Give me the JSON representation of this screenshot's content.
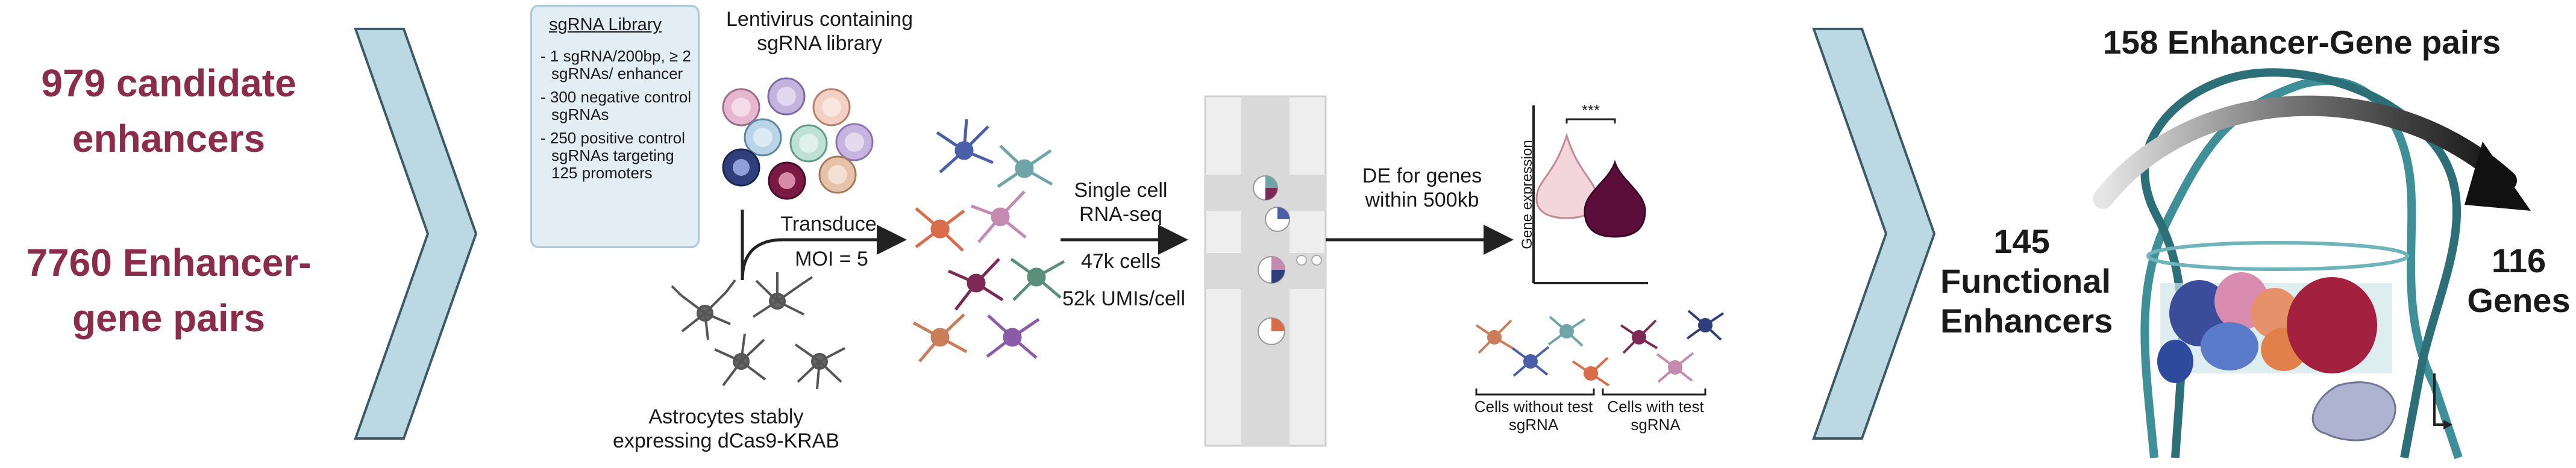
{
  "left": {
    "candidates": "979 candidate enhancers",
    "pairs": "7760 Enhancer-gene pairs"
  },
  "library": {
    "title": "sgRNA Library",
    "items": [
      "- 1 sgRNA/200bp, ≥ 2 sgRNAs/ enhancer",
      "- 300 negative control sgRNAs",
      "- 250 positive control sgRNAs targeting 125 promoters"
    ]
  },
  "lentivirus_label": "Lentivirus containing sgRNA library",
  "transduce_label": "Transduce",
  "moi_label": "MOI = 5",
  "astrocytes_label": "Astrocytes stably expressing dCas9-KRAB",
  "scrna_label": "Single cell RNA-seq",
  "cells_label": "47k cells",
  "umis_label": "52k UMIs/cell",
  "de_label": "DE for genes within 500kb",
  "plot": {
    "ylabel": "Gene expression",
    "significance": "***"
  },
  "groups": {
    "without": "Cells without test sgRNA",
    "with": "Cells with test sgRNA"
  },
  "right": {
    "title": "158 Enhancer-Gene pairs",
    "functional": "145 Functional Enhancers",
    "genes": "116 Genes"
  },
  "colors": {
    "stat_text": "#8b2d4a",
    "chevron_fill": "#bcd8e3",
    "chevron_stroke": "#3d5a68",
    "violin_light": "#f2d6db",
    "violin_dark": "#5c0e3b",
    "dna": "#3f8f98"
  }
}
